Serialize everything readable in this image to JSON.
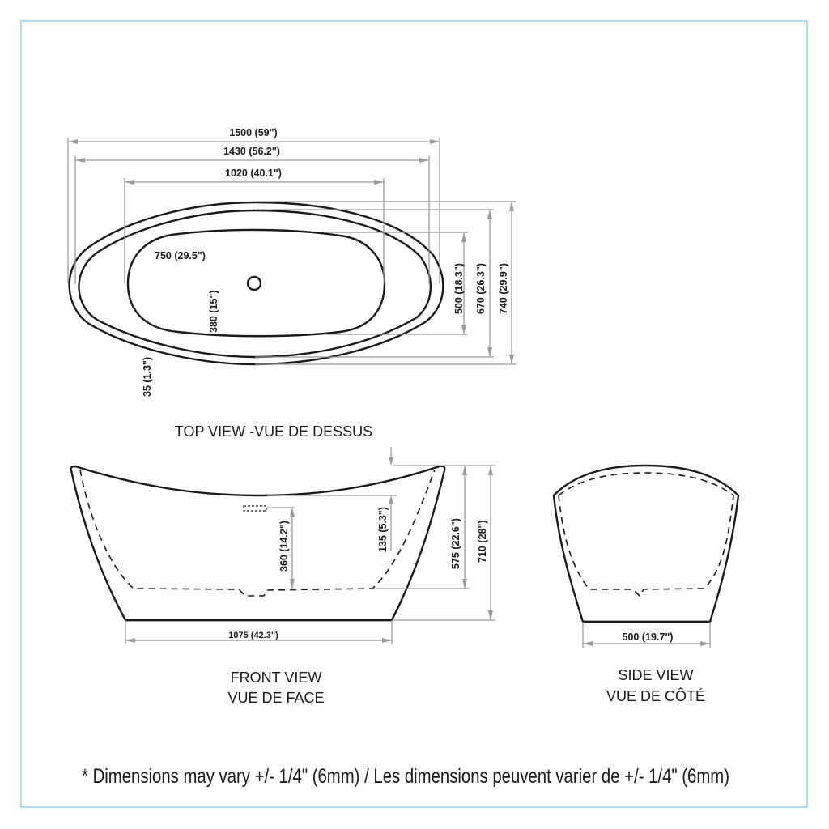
{
  "top_view": {
    "caption": "TOP VIEW -VUE DE DESSUS",
    "dims": {
      "overall_length": "1500 (59\")",
      "rim_length": "1430 (56.2\")",
      "basin_length": "1020 (40.1\")",
      "basin_bottom_length": "750 (29.5\")",
      "basin_bottom_width": "380 (15\")",
      "basin_width": "500 (18.3\")",
      "rim_width": "670 (26.3\")",
      "overall_width": "740 (29.9\")",
      "rim_thickness": "35 (1.3\")"
    }
  },
  "front_view": {
    "caption_en": "FRONT VIEW",
    "caption_fr": "VUE DE FACE",
    "dims": {
      "rim_drop": "135 (5.3\")",
      "overflow_height": "360 (14.2\")",
      "depth": "575 (22.6\")",
      "overall_height": "710 (28\")",
      "base_length": "1075 (42.3\")"
    }
  },
  "side_view": {
    "caption_en": "SIDE VIEW",
    "caption_fr": "VUE DE CÔTÉ",
    "dims": {
      "base_width": "500 (19.7\")"
    }
  },
  "footnote": "* Dimensions may vary +/- 1/4\" (6mm) / Les dimensions peuvent varier de +/- 1/4\" (6mm)"
}
